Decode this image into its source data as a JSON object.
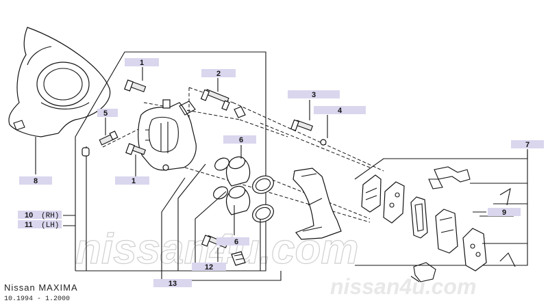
{
  "callouts": {
    "c1a": "1",
    "c1b": "1",
    "c2": "2",
    "c3": "3",
    "c4": "4",
    "c5": "5",
    "c6a": "6",
    "c6b": "6",
    "c7": "7",
    "c8": "8",
    "c9": "9",
    "c12": "12",
    "c13": "13"
  },
  "variants": {
    "rh_num": "10",
    "rh_side": "(RH)",
    "lh_num": "11",
    "lh_side": "(LH)"
  },
  "footer": {
    "model": "Nissan MAXIMA",
    "date_range": "10.1994 - 1.2000"
  },
  "watermark": {
    "center": "nissan4u.com",
    "bottom": "nissan4u.com"
  },
  "colors": {
    "callout_fill": "#d9d6ee",
    "line": "#111111"
  }
}
